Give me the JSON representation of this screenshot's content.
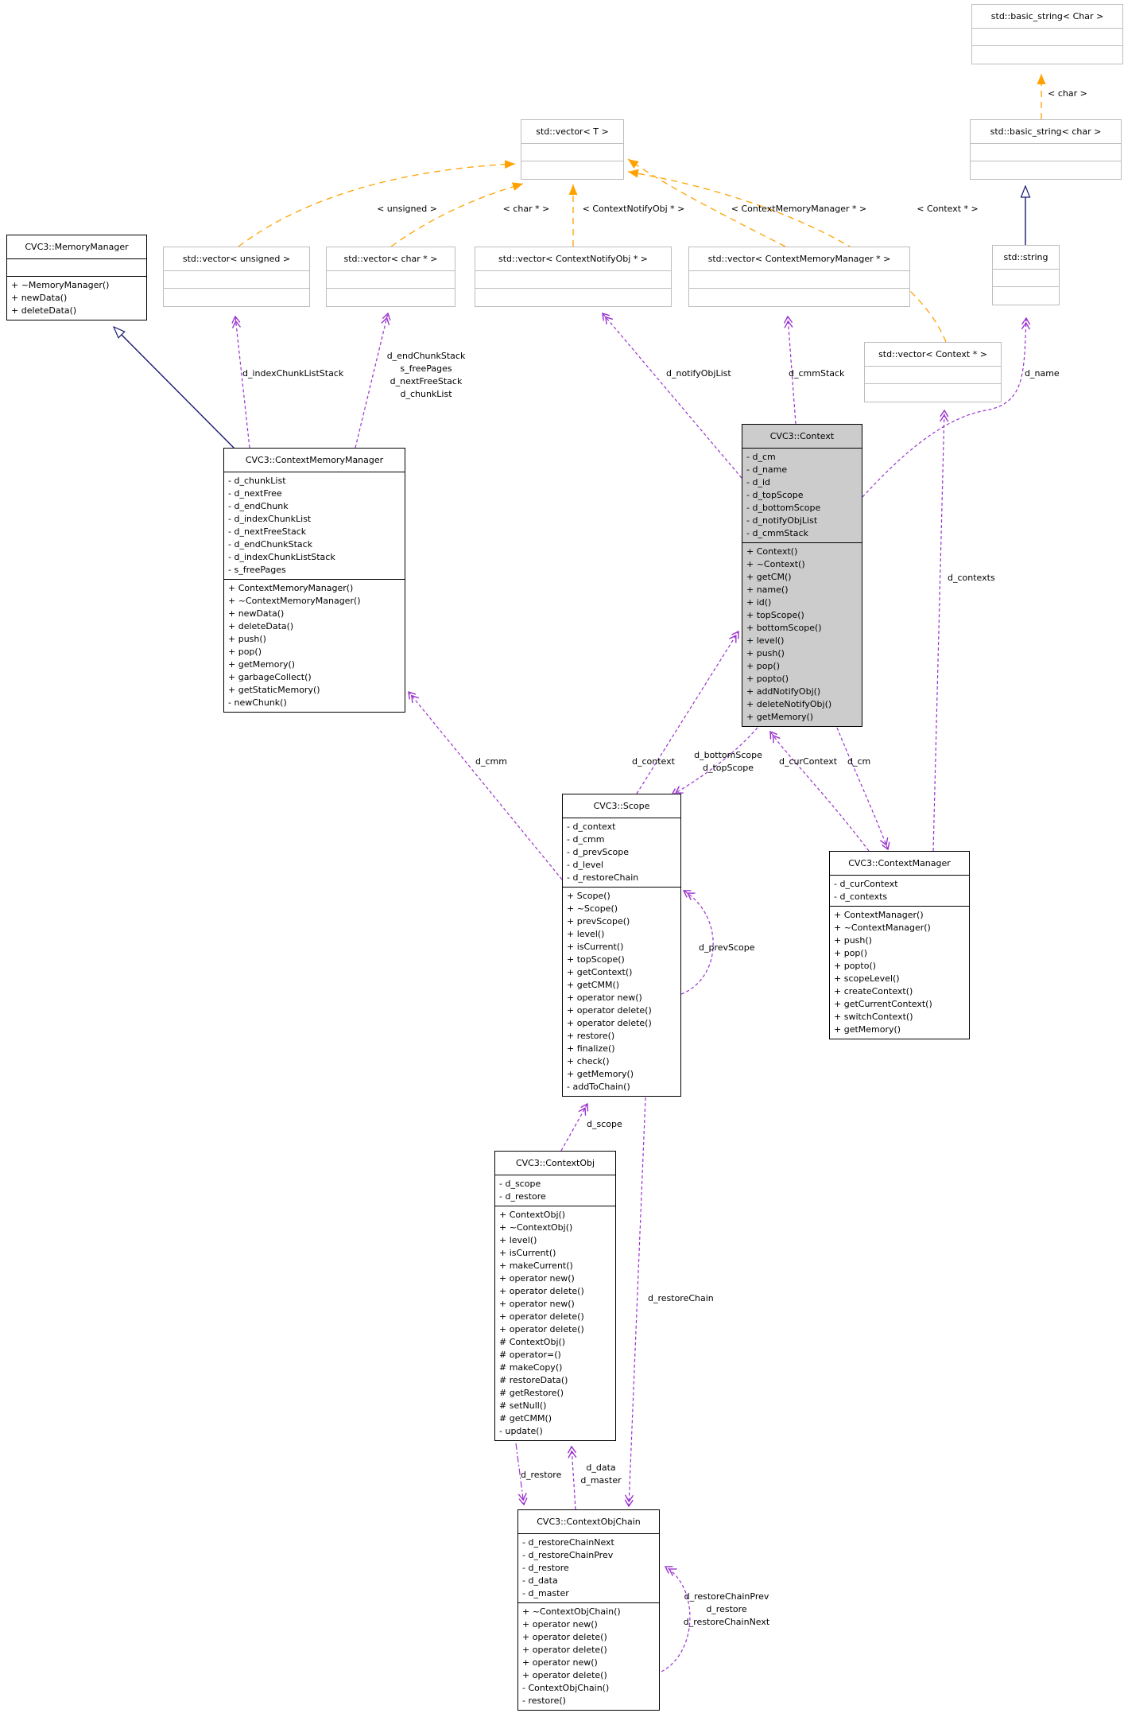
{
  "classes": {
    "basic_string_Char": {
      "title": "std::basic_string< Char >",
      "attributes": [],
      "methods": []
    },
    "basic_string_char": {
      "title": "std::basic_string< char >",
      "attributes": [],
      "methods": []
    },
    "vector_T": {
      "title": "std::vector< T >",
      "attributes": [],
      "methods": []
    },
    "memory_manager": {
      "title": "CVC3::MemoryManager",
      "attributes": [],
      "methods": [
        "+ ~MemoryManager()",
        "+ newData()",
        "+ deleteData()"
      ]
    },
    "vector_unsigned": {
      "title": "std::vector< unsigned >",
      "attributes": [],
      "methods": []
    },
    "vector_char_ptr": {
      "title": "std::vector< char * >",
      "attributes": [],
      "methods": []
    },
    "vector_notify": {
      "title": "std::vector< ContextNotifyObj * >",
      "attributes": [],
      "methods": []
    },
    "vector_cmm": {
      "title": "std::vector< ContextMemoryManager * >",
      "attributes": [],
      "methods": []
    },
    "std_string": {
      "title": "std::string",
      "attributes": [],
      "methods": []
    },
    "vector_context": {
      "title": "std::vector< Context * >",
      "attributes": [],
      "methods": []
    },
    "context_memory_manager": {
      "title": "CVC3::ContextMemoryManager",
      "attributes": [
        "- d_chunkList",
        "- d_nextFree",
        "- d_endChunk",
        "- d_indexChunkList",
        "- d_nextFreeStack",
        "- d_endChunkStack",
        "- d_indexChunkListStack",
        "- s_freePages"
      ],
      "methods": [
        "+ ContextMemoryManager()",
        "+ ~ContextMemoryManager()",
        "+ newData()",
        "+ deleteData()",
        "+ push()",
        "+ pop()",
        "+ getMemory()",
        "+ garbageCollect()",
        "+ getStaticMemory()",
        "- newChunk()"
      ]
    },
    "context": {
      "title": "CVC3::Context",
      "attributes": [
        "- d_cm",
        "- d_name",
        "- d_id",
        "- d_topScope",
        "- d_bottomScope",
        "- d_notifyObjList",
        "- d_cmmStack"
      ],
      "methods": [
        "+ Context()",
        "+ ~Context()",
        "+ getCM()",
        "+ name()",
        "+ id()",
        "+ topScope()",
        "+ bottomScope()",
        "+ level()",
        "+ push()",
        "+ pop()",
        "+ popto()",
        "+ addNotifyObj()",
        "+ deleteNotifyObj()",
        "+ getMemory()"
      ]
    },
    "scope": {
      "title": "CVC3::Scope",
      "attributes": [
        "- d_context",
        "- d_cmm",
        "- d_prevScope",
        "- d_level",
        "- d_restoreChain"
      ],
      "methods": [
        "+ Scope()",
        "+ ~Scope()",
        "+ prevScope()",
        "+ level()",
        "+ isCurrent()",
        "+ topScope()",
        "+ getContext()",
        "+ getCMM()",
        "+ operator new()",
        "+ operator delete()",
        "+ operator delete()",
        "+ restore()",
        "+ finalize()",
        "+ check()",
        "+ getMemory()",
        "- addToChain()"
      ]
    },
    "context_manager": {
      "title": "CVC3::ContextManager",
      "attributes": [
        "- d_curContext",
        "- d_contexts"
      ],
      "methods": [
        "+ ContextManager()",
        "+ ~ContextManager()",
        "+ push()",
        "+ pop()",
        "+ popto()",
        "+ scopeLevel()",
        "+ createContext()",
        "+ getCurrentContext()",
        "+ switchContext()",
        "+ getMemory()"
      ]
    },
    "context_obj": {
      "title": "CVC3::ContextObj",
      "attributes": [
        "- d_scope",
        "- d_restore"
      ],
      "methods": [
        "+ ContextObj()",
        "+ ~ContextObj()",
        "+ level()",
        "+ isCurrent()",
        "+ makeCurrent()",
        "+ operator new()",
        "+ operator delete()",
        "+ operator new()",
        "+ operator delete()",
        "+ operator delete()",
        "# ContextObj()",
        "# operator=()",
        "# makeCopy()",
        "# restoreData()",
        "# getRestore()",
        "# setNull()",
        "# getCMM()",
        "- update()"
      ]
    },
    "context_obj_chain": {
      "title": "CVC3::ContextObjChain",
      "attributes": [
        "- d_restoreChainNext",
        "- d_restoreChainPrev",
        "- d_restore",
        "- d_data",
        "- d_master"
      ],
      "methods": [
        "+ ~ContextObjChain()",
        "+ operator new()",
        "+ operator delete()",
        "+ operator delete()",
        "+ operator new()",
        "+ operator delete()",
        "- ContextObjChain()",
        "- restore()"
      ]
    }
  },
  "edge_labels": {
    "tpl_unsigned": "< unsigned >",
    "tpl_char_ptr": "< char * >",
    "tpl_notify": "< ContextNotifyObj * >",
    "tpl_cmm": "< ContextMemoryManager * >",
    "tpl_context": "< Context * >",
    "tpl_char": "< char >",
    "d_indexChunkListStack": "d_indexChunkListStack",
    "cmm_stack_group": [
      "d_endChunkStack",
      "s_freePages",
      "d_nextFreeStack",
      "d_chunkList"
    ],
    "d_notifyObjList": "d_notifyObjList",
    "d_cmmStack": "d_cmmStack",
    "d_name": "d_name",
    "d_contexts": "d_contexts",
    "d_cmm": "d_cmm",
    "d_context": "d_context",
    "scope_group": [
      "d_bottomScope",
      "d_topScope"
    ],
    "d_curContext": "d_curContext",
    "d_cm": "d_cm",
    "d_prevScope": "d_prevScope",
    "d_scope": "d_scope",
    "d_restoreChain": "d_restoreChain",
    "d_restore": "d_restore",
    "data_group": [
      "d_data",
      "d_master"
    ],
    "chain_group": [
      "d_restoreChainPrev",
      "d_restore",
      "d_restoreChainNext"
    ]
  },
  "colors": {
    "uses_edge": "#9a32cd",
    "template_edge": "#ffa200",
    "inherit_edge": "#191970",
    "highlight_fill": "#cccccc"
  }
}
